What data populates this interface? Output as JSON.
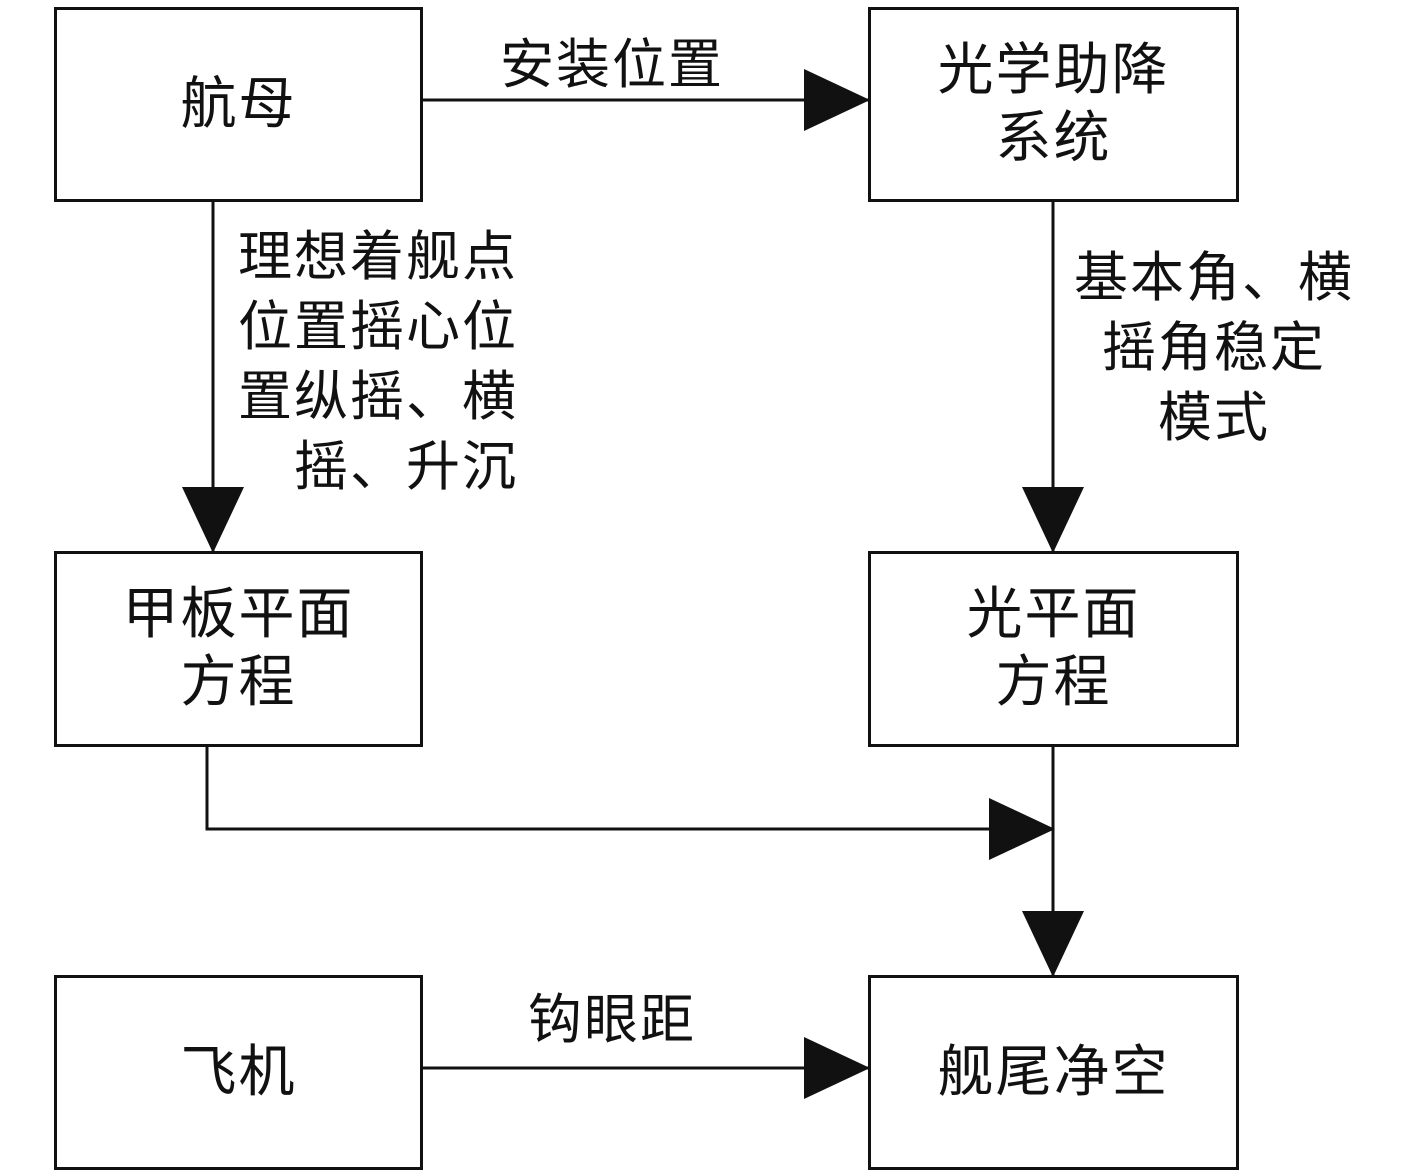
{
  "nodes": {
    "carrier": "航母",
    "optical_system": [
      "光学助降",
      "系统"
    ],
    "deck_equation": [
      "甲板平面",
      "方程"
    ],
    "light_equation": [
      "光平面",
      "方程"
    ],
    "aircraft": "飞机",
    "stern_clearance": "舰尾净空"
  },
  "edge_labels": {
    "install_position": "安装位置",
    "carrier_to_deck": [
      "理想着舰点",
      "位置摇心位",
      "置纵摇、横",
      "摇、升沉"
    ],
    "optical_to_light": [
      "基本角、横",
      "摇角稳定",
      "模式"
    ],
    "hook_eye": "钩眼距"
  }
}
